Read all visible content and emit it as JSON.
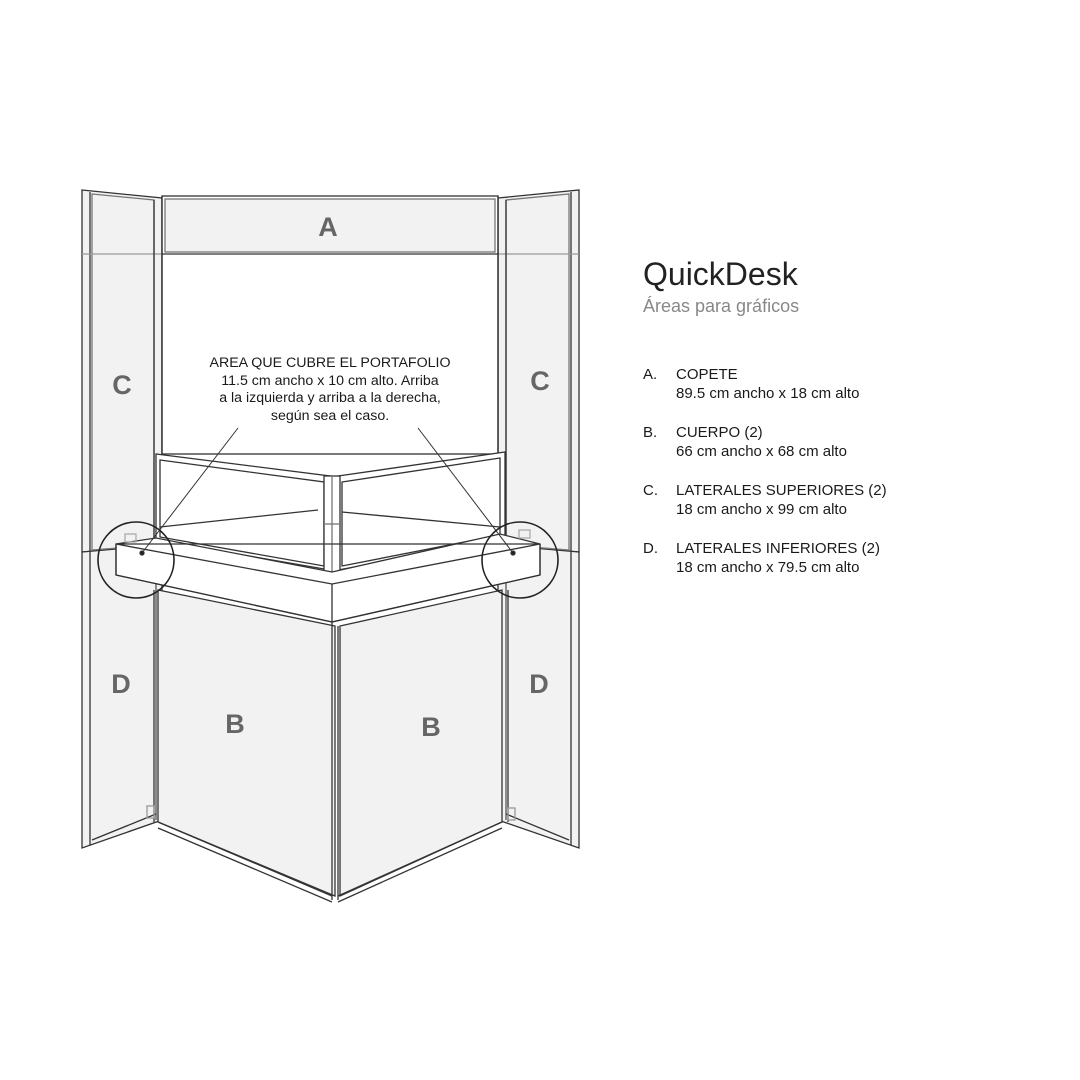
{
  "header": {
    "title": "QuickDesk",
    "subtitle": "Áreas para gráficos"
  },
  "legend": {
    "items": [
      {
        "key": "A.",
        "name": "COPETE",
        "dimensions": "89.5 cm ancho x 18 cm alto"
      },
      {
        "key": "B.",
        "name": "CUERPO (2)",
        "dimensions": "66 cm ancho x 68 cm alto"
      },
      {
        "key": "C.",
        "name": "LATERALES SUPERIORES (2)",
        "dimensions": "18 cm ancho x 99 cm alto"
      },
      {
        "key": "D.",
        "name": "LATERALES INFERIORES (2)",
        "dimensions": "18 cm ancho x 79.5 cm alto"
      }
    ]
  },
  "callout": {
    "title": "AREA QUE CUBRE EL PORTAFOLIO",
    "line1": "11.5 cm ancho x 10 cm alto. Arriba",
    "line2": "a la izquierda y arriba a la derecha,",
    "line3": "según sea el caso."
  },
  "diagram": {
    "labels": {
      "a": "A",
      "b_left": "B",
      "b_right": "B",
      "c_left": "C",
      "c_right": "C",
      "d_left": "D",
      "d_right": "D"
    },
    "colors": {
      "panel_fill": "#f2f2f2",
      "stroke": "#333333",
      "letter": "#666666"
    }
  }
}
